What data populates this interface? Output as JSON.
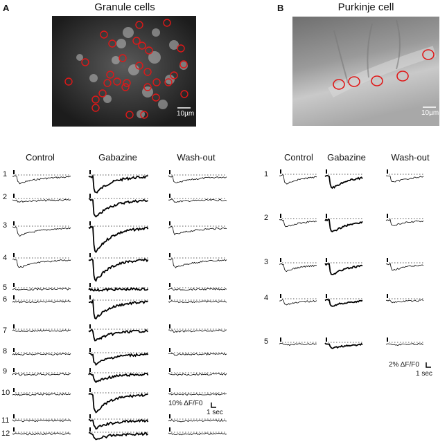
{
  "panel_a": {
    "letter": "A",
    "title": "Granule cells",
    "scalebar": "10µm",
    "columns": [
      "Control",
      "Gabazine",
      "Wash-out"
    ],
    "rows": [
      "1",
      "2",
      "3",
      "4",
      "5",
      "6",
      "7",
      "8",
      "9",
      "10",
      "11",
      "12"
    ],
    "scale_label": "10% ΔF/F0",
    "time_label": "1 sec"
  },
  "panel_b": {
    "letter": "B",
    "title": "Purkinje cell",
    "scalebar": "10µm",
    "columns": [
      "Control",
      "Gabazine",
      "Wash-out"
    ],
    "rows": [
      "1",
      "2",
      "3",
      "4",
      "5"
    ],
    "scale_label": "2% ΔF/F0",
    "time_label": "1 sec"
  }
}
